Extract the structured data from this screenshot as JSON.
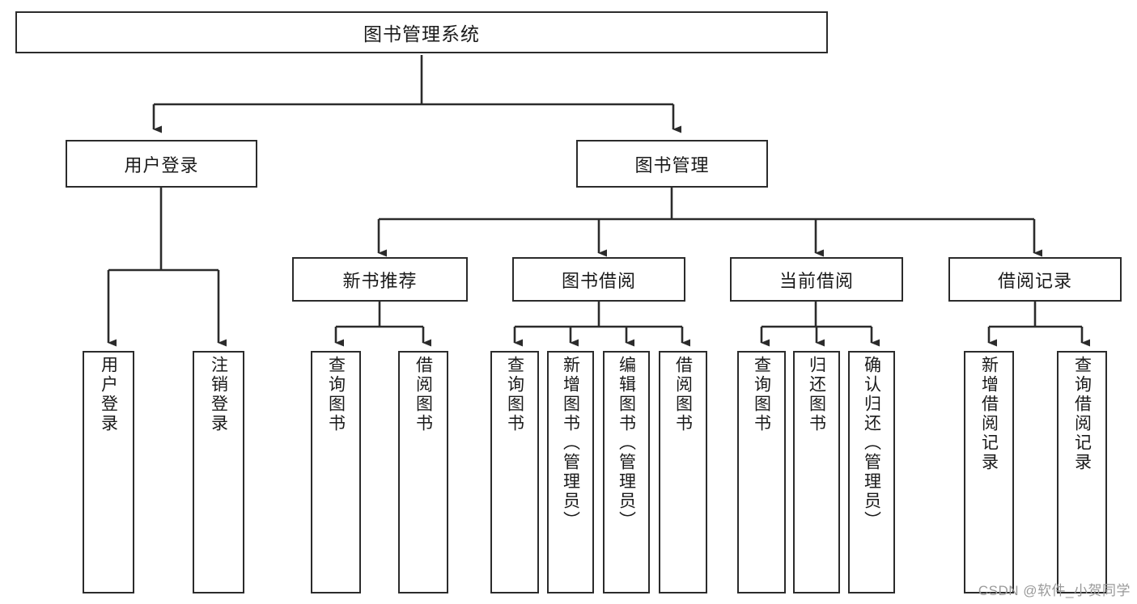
{
  "diagram": {
    "title": "图书管理系统",
    "watermark": "CSDN @软件_小贺同学",
    "colors": {
      "stroke": "#2b2b2b",
      "background": "#ffffff",
      "text": "#1a1a1a",
      "watermark": "#9a9a9a"
    },
    "root": {
      "label": "图书管理系统"
    },
    "level2": [
      {
        "label": "用户登录"
      },
      {
        "label": "图书管理"
      }
    ],
    "level3": [
      {
        "label": "新书推荐"
      },
      {
        "label": "图书借阅"
      },
      {
        "label": "当前借阅"
      },
      {
        "label": "借阅记录"
      }
    ],
    "leaves": {
      "user_login": [
        {
          "label": "用户登录"
        },
        {
          "label": "注销登录"
        }
      ],
      "new_book_recommend": [
        {
          "label": "查询图书"
        },
        {
          "label": "借阅图书"
        }
      ],
      "book_borrow": [
        {
          "label": "查询图书"
        },
        {
          "label": "新增图书（管理员）"
        },
        {
          "label": "编辑图书（管理员）"
        },
        {
          "label": "借阅图书"
        }
      ],
      "current_borrow": [
        {
          "label": "查询图书"
        },
        {
          "label": "归还图书"
        },
        {
          "label": "确认归还（管理员）"
        }
      ],
      "borrow_record": [
        {
          "label": "新增借阅记录"
        },
        {
          "label": "查询借阅记录"
        }
      ]
    }
  }
}
